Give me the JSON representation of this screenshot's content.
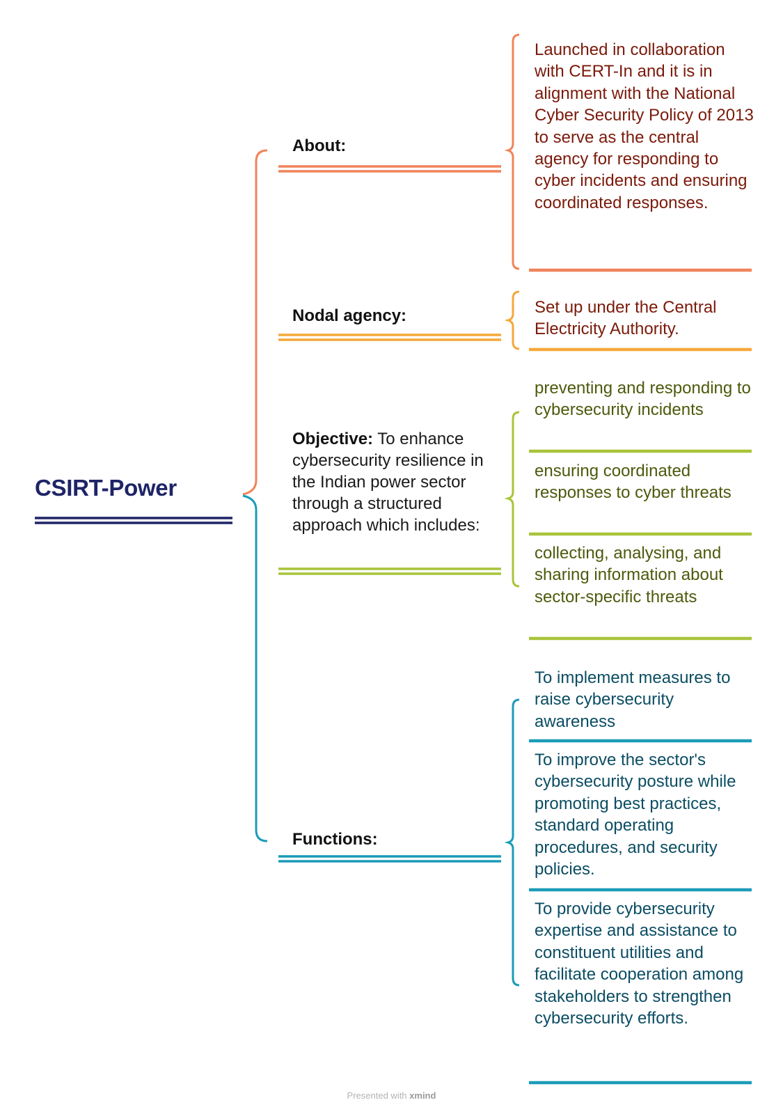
{
  "root": {
    "title": "CSIRT-Power"
  },
  "branches": {
    "about": {
      "label": "About:",
      "color": "#f0845a",
      "items": [
        "Launched in collaboration with CERT-In and it is in alignment with the National Cyber Security Policy of 2013 to serve as the central agency for responding to cyber incidents and ensuring coordinated responses."
      ]
    },
    "nodal": {
      "label": "Nodal agency:",
      "color": "#f5a83a",
      "items": [
        "Set up under the Central Electricity Authority."
      ]
    },
    "objective": {
      "label": "Objective:",
      "text": " To enhance cybersecurity resilience in the Indian power sector through a structured approach which includes:",
      "color": "#a8c43a",
      "items": [
        "preventing and responding to cybersecurity incidents",
        "ensuring coordinated responses to cyber threats",
        "collecting, analysing, and sharing information about sector-specific threats"
      ]
    },
    "functions": {
      "label": "Functions:",
      "color": "#1b9cb8",
      "items": [
        "To implement measures to raise cybersecurity awareness",
        "To improve the sector's cybersecurity posture while promoting best practices, standard operating procedures, and security policies.",
        "To provide cybersecurity expertise and assistance to constituent utilities and facilitate cooperation among stakeholders to strengthen cybersecurity efforts."
      ]
    }
  },
  "colors": {
    "root": "#1e2466"
  },
  "footer": {
    "prefix": "Presented with ",
    "brand": "xmind"
  }
}
